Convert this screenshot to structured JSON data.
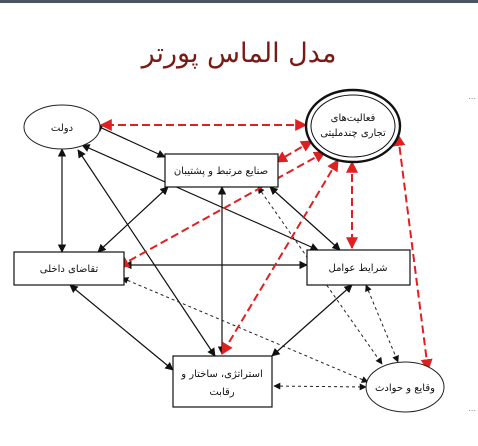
{
  "title": "مدل الماس پورتر",
  "nodes": {
    "government": "دولت",
    "multinational_line1": "فعالیت‌های",
    "multinational_line2": "تجاری چندملیتی",
    "related_industries": "صنایع مرتبط و پشتیبان",
    "domestic_demand": "تقاضای داخلی",
    "factor_conditions": "شرایط عوامل",
    "strategy_line1": "استراتژی، ساختار و",
    "strategy_line2": "رقابت",
    "chance": "وقایع و حوادث"
  },
  "side_marks": {
    "top_right": "...",
    "bottom_right": "..."
  },
  "colors": {
    "title": "#7a1a14",
    "solid_edge": "#111111",
    "red_edge": "#e02020",
    "dashed_edge": "#222222"
  }
}
